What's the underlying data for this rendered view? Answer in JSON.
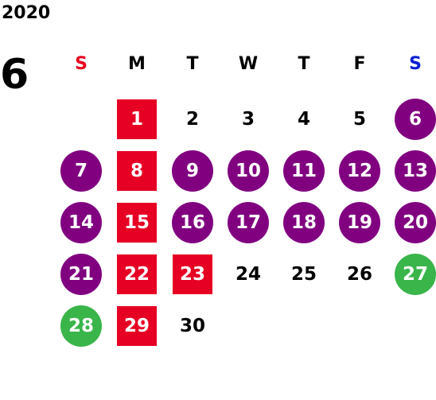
{
  "header": {
    "year": "2020",
    "month": "6"
  },
  "weekdays": [
    {
      "label": "S",
      "color": "#e8001c"
    },
    {
      "label": "M",
      "color": "#000000"
    },
    {
      "label": "T",
      "color": "#000000"
    },
    {
      "label": "W",
      "color": "#000000"
    },
    {
      "label": "T",
      "color": "#000000"
    },
    {
      "label": "F",
      "color": "#000000"
    },
    {
      "label": "S",
      "color": "#0a1ed6"
    }
  ],
  "colors": {
    "red": "#e60023",
    "purple": "#800080",
    "green": "#39b54a",
    "plain_text": "#000000"
  },
  "days": [
    {
      "d": "1",
      "style": "red"
    },
    {
      "d": "2",
      "style": "plain"
    },
    {
      "d": "3",
      "style": "plain"
    },
    {
      "d": "4",
      "style": "plain"
    },
    {
      "d": "5",
      "style": "plain"
    },
    {
      "d": "6",
      "style": "purple"
    },
    {
      "d": "7",
      "style": "purple"
    },
    {
      "d": "8",
      "style": "red"
    },
    {
      "d": "9",
      "style": "purple"
    },
    {
      "d": "10",
      "style": "purple"
    },
    {
      "d": "11",
      "style": "purple"
    },
    {
      "d": "12",
      "style": "purple"
    },
    {
      "d": "13",
      "style": "purple"
    },
    {
      "d": "14",
      "style": "purple"
    },
    {
      "d": "15",
      "style": "red"
    },
    {
      "d": "16",
      "style": "purple"
    },
    {
      "d": "17",
      "style": "purple"
    },
    {
      "d": "18",
      "style": "purple"
    },
    {
      "d": "19",
      "style": "purple"
    },
    {
      "d": "20",
      "style": "purple"
    },
    {
      "d": "21",
      "style": "purple"
    },
    {
      "d": "22",
      "style": "red"
    },
    {
      "d": "23",
      "style": "red"
    },
    {
      "d": "24",
      "style": "plain"
    },
    {
      "d": "25",
      "style": "plain"
    },
    {
      "d": "26",
      "style": "plain"
    },
    {
      "d": "27",
      "style": "green"
    },
    {
      "d": "28",
      "style": "green"
    },
    {
      "d": "29",
      "style": "red"
    },
    {
      "d": "30",
      "style": "plain"
    }
  ]
}
